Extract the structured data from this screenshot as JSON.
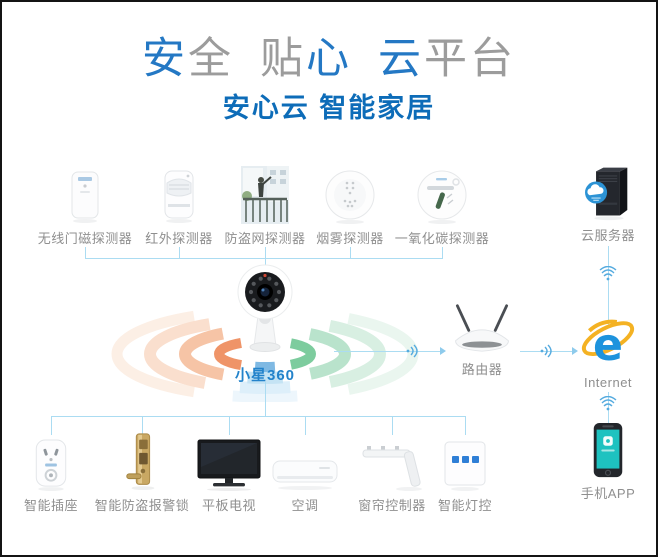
{
  "title": {
    "part1": "安",
    "part2": "全",
    "part3": "贴",
    "part4": "心",
    "part5": "云",
    "part6": "平台"
  },
  "subtitle": "安心云 智能家居",
  "top_devices": [
    {
      "label": "无线门磁探测器"
    },
    {
      "label": "红外探测器"
    },
    {
      "label": "防盗网探测器"
    },
    {
      "label": "烟雾探测器"
    },
    {
      "label": "一氧化碳探测器"
    }
  ],
  "hub": {
    "label": "小星360"
  },
  "network": {
    "cloud_server": "云服务器",
    "router": "路由器",
    "internet": "Internet",
    "phone": "手机APP"
  },
  "bottom_devices": [
    {
      "label": "智能插座"
    },
    {
      "label": "智能防盗报警锁"
    },
    {
      "label": "平板电视"
    },
    {
      "label": "空调"
    },
    {
      "label": "窗帘控制器"
    },
    {
      "label": "智能灯控"
    }
  ],
  "icons": {
    "wifi": "wifi-signal-arcs",
    "cloud": "cloud-badge",
    "arrow": "arrow-right"
  },
  "colors": {
    "title_gray": "#9c9c9c",
    "title_blue": "#2478c4",
    "subtitle_blue": "#0d6cb8",
    "label_gray": "#8f8f8f",
    "connector_blue": "#abdcf2",
    "hub_label_blue": "#2383cb",
    "ripple_orange": "#ef9468",
    "ripple_green": "#7dcc9e",
    "ripple_blue": "#7fb9e3",
    "button_blue": "#2f7fd6",
    "phone_screen_teal": "#1ec2c0",
    "ie_blue": "#1d93dd",
    "ie_swoosh_yellow": "#f4b223"
  }
}
